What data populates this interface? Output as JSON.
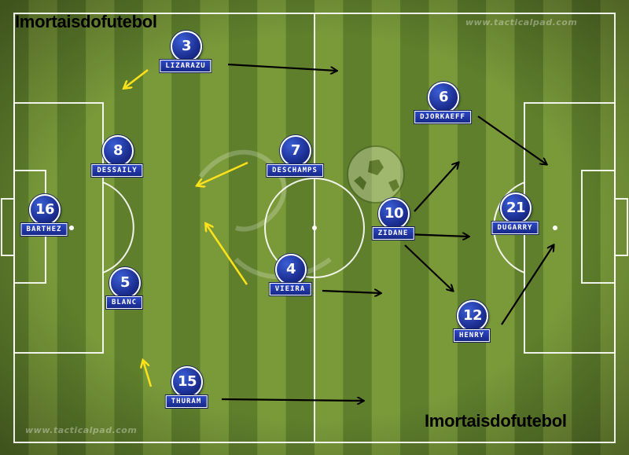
{
  "brand_label": "Imortaisdofutebol",
  "watermark_text": "www.tacticalpad.com",
  "colors": {
    "pitch_dark": "#5f7f2c",
    "pitch_light": "#7a9a3a",
    "line": "#ffffff",
    "run_arrow": "#000000",
    "recover_arrow": "#ffe11a",
    "player_fill": "#1f3aa8"
  },
  "players": [
    {
      "number": "3",
      "name": "LIZARAZU"
    },
    {
      "number": "8",
      "name": "DESSAILY"
    },
    {
      "number": "16",
      "name": "BARTHEZ"
    },
    {
      "number": "5",
      "name": "BLANC"
    },
    {
      "number": "15",
      "name": "THURAM"
    },
    {
      "number": "7",
      "name": "DESCHAMPS"
    },
    {
      "number": "4",
      "name": "VIEIRA"
    },
    {
      "number": "10",
      "name": "ZIDANE"
    },
    {
      "number": "6",
      "name": "DJORKAEFF"
    },
    {
      "number": "21",
      "name": "DUGARRY"
    },
    {
      "number": "12",
      "name": "HENRY"
    }
  ]
}
